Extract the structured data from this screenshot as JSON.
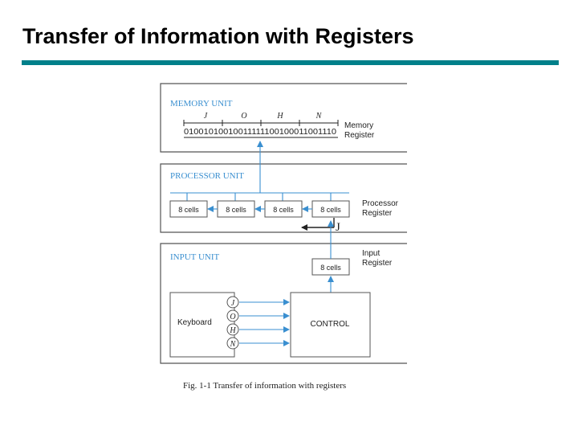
{
  "slide": {
    "title": "Transfer of Information with Registers"
  },
  "colors": {
    "accent": "#00808a",
    "diagram_blue": "#3a8fd0",
    "border": "#555555",
    "text": "#222222"
  },
  "memory_unit": {
    "label": "MEMORY UNIT",
    "letters": [
      "J",
      "O",
      "H",
      "N"
    ],
    "bits": "01001010010011111100100011001110",
    "register_label_line1": "Memory",
    "register_label_line2": "Register"
  },
  "processor_unit": {
    "label": "PROCESSOR UNIT",
    "cells": [
      "8 cells",
      "8 cells",
      "8 cells",
      "8 cells"
    ],
    "register_label_line1": "Processor",
    "register_label_line2": "Register",
    "pointer_letter": "J"
  },
  "input_unit": {
    "label": "INPUT UNIT",
    "cell": "8 cells",
    "register_label_line1": "Input",
    "register_label_line2": "Register",
    "keyboard_label": "Keyboard",
    "keys": [
      "J",
      "O",
      "H",
      "N"
    ],
    "control_label": "CONTROL"
  },
  "caption": "Fig. 1-1  Transfer of information with registers"
}
